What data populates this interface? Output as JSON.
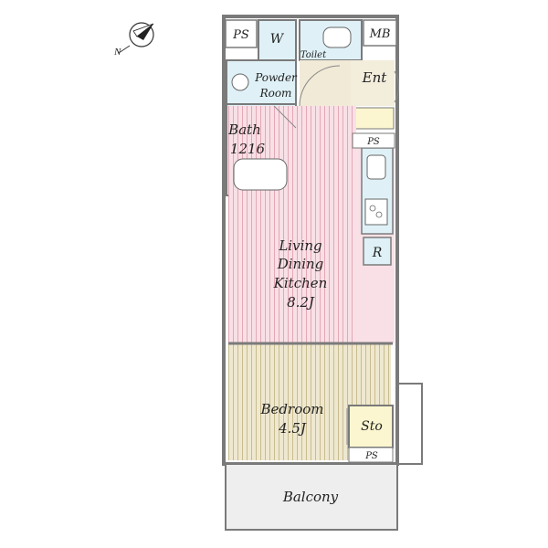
{
  "compass": {
    "north_label": "N"
  },
  "labels": {
    "ps_top": "PS",
    "washer": "W",
    "toilet": "Toilet",
    "mb": "MB",
    "powder_room_1": "Powder",
    "powder_room_2": "Room",
    "entrance": "Ent",
    "bath_1": "Bath",
    "bath_2": "1216",
    "ps_kitchen": "PS",
    "refrigerator": "R",
    "ldk_1": "Living",
    "ldk_2": "Dining",
    "ldk_3": "Kitchen",
    "ldk_4": "8.2J",
    "bedroom_1": "Bedroom",
    "bedroom_2": "4.5J",
    "storage": "Sto",
    "ps_bedroom": "PS",
    "balcony": "Balcony"
  },
  "colors": {
    "wet_area": "#dff1f7",
    "ldk_floor": "#f8dfe5",
    "bedroom_floor": "#ede7cf",
    "storage": "#fbf6cf",
    "entrance": "#f1ead7",
    "balcony": "#eeeeee",
    "wall": "#7a7a7a"
  }
}
